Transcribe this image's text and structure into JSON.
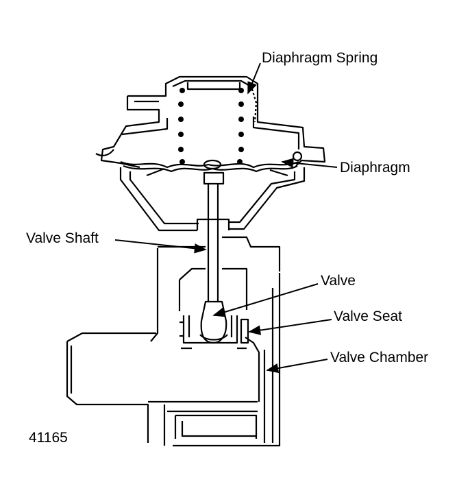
{
  "labels": {
    "diaphragm_spring": "Diaphragm Spring",
    "diaphragm": "Diaphragm",
    "valve_shaft": "Valve Shaft",
    "valve": "Valve",
    "valve_seat": "Valve Seat",
    "valve_chamber": "Valve Chamber"
  },
  "figure_number": "41165",
  "colors": {
    "ink": "#000000",
    "background": "#ffffff"
  }
}
